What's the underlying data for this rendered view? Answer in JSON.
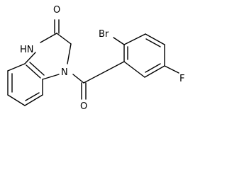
{
  "molecule": {
    "atom_labels": {
      "oxygen_top": "O",
      "nitrogen_h": "HN",
      "nitrogen": "N",
      "bromine": "Br",
      "oxygen_carbonyl": "O",
      "fluorine": "F"
    },
    "colors": {
      "bond": "#000000",
      "label": "#000000",
      "background": "#ffffff"
    }
  }
}
